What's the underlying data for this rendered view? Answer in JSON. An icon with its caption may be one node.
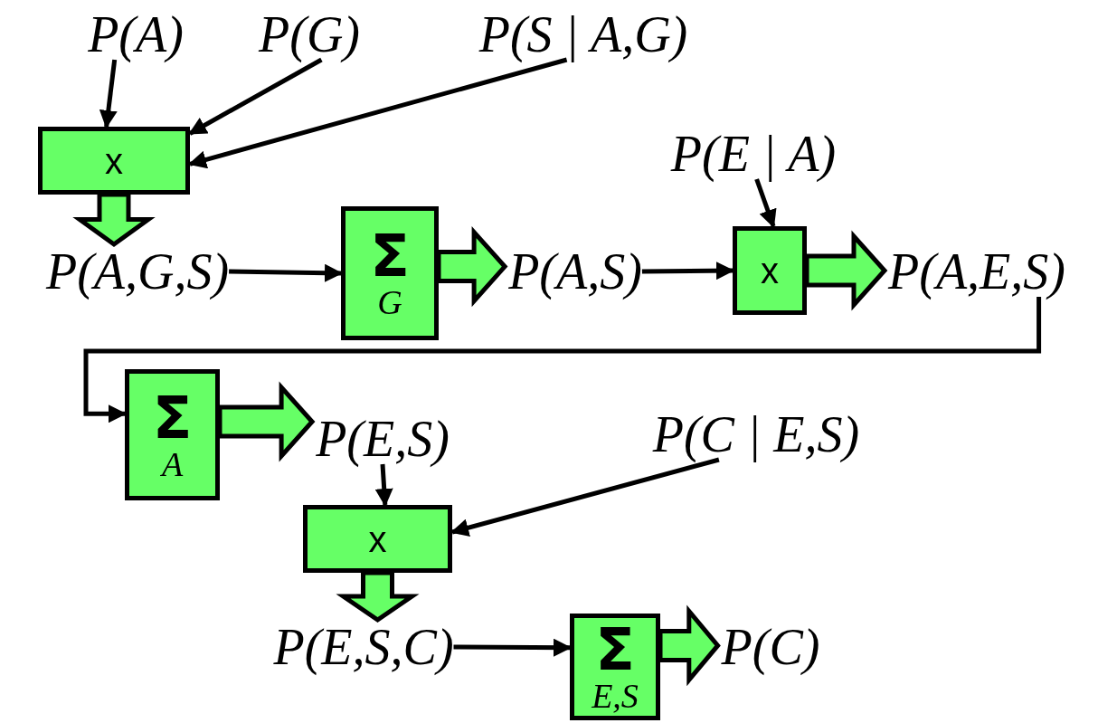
{
  "diagram": {
    "nodes": [
      {
        "text": [
          "P(A)"
        ]
      },
      {
        "text": [
          "P(G)"
        ]
      },
      {
        "text": [
          "P(S | A,G)"
        ]
      },
      {
        "text": [
          "x"
        ]
      },
      {
        "text": [
          "P(A,G,S)"
        ]
      },
      {
        "text": [
          "Σ",
          "G"
        ]
      },
      {
        "text": [
          "P(A,S)"
        ]
      },
      {
        "text": [
          "P(E | A)"
        ]
      },
      {
        "text": [
          "x"
        ]
      },
      {
        "text": [
          "P(A,E,S)"
        ]
      },
      {
        "text": [
          "Σ",
          "A"
        ]
      },
      {
        "text": [
          "P(E,S)"
        ]
      },
      {
        "text": [
          "P(C | E,S)"
        ]
      },
      {
        "text": [
          "x"
        ]
      },
      {
        "text": [
          "P(E,S,C)"
        ]
      },
      {
        "text": [
          "Σ",
          "E,S"
        ]
      },
      {
        "text": [
          "P(C)"
        ]
      }
    ],
    "edges": [
      {
        "from": 0,
        "to": 3,
        "arrow": "to"
      },
      {
        "from": 1,
        "to": 3,
        "arrow": "to"
      },
      {
        "from": 2,
        "to": 3,
        "arrow": "to"
      },
      {
        "from": 3,
        "to": 4,
        "arrow": "to",
        "style": "thick",
        "color": "#66ff66"
      },
      {
        "from": 4,
        "to": 5,
        "arrow": "to"
      },
      {
        "from": 5,
        "to": 6,
        "arrow": "to",
        "style": "thick",
        "color": "#66ff66"
      },
      {
        "from": 6,
        "to": 8,
        "arrow": "to"
      },
      {
        "from": 7,
        "to": 8,
        "arrow": "to"
      },
      {
        "from": 8,
        "to": 9,
        "arrow": "to",
        "style": "thick",
        "color": "#66ff66"
      },
      {
        "from": 9,
        "to": 10,
        "arrow": "to"
      },
      {
        "from": 10,
        "to": 11,
        "arrow": "to",
        "style": "thick",
        "color": "#66ff66"
      },
      {
        "from": 11,
        "to": 13,
        "arrow": "to"
      },
      {
        "from": 12,
        "to": 13,
        "arrow": "to"
      },
      {
        "from": 13,
        "to": 14,
        "arrow": "to",
        "style": "thick",
        "color": "#66ff66"
      },
      {
        "from": 14,
        "to": 15,
        "arrow": "to"
      },
      {
        "from": 15,
        "to": 16,
        "arrow": "to",
        "style": "thick",
        "color": "#66ff66"
      }
    ]
  }
}
